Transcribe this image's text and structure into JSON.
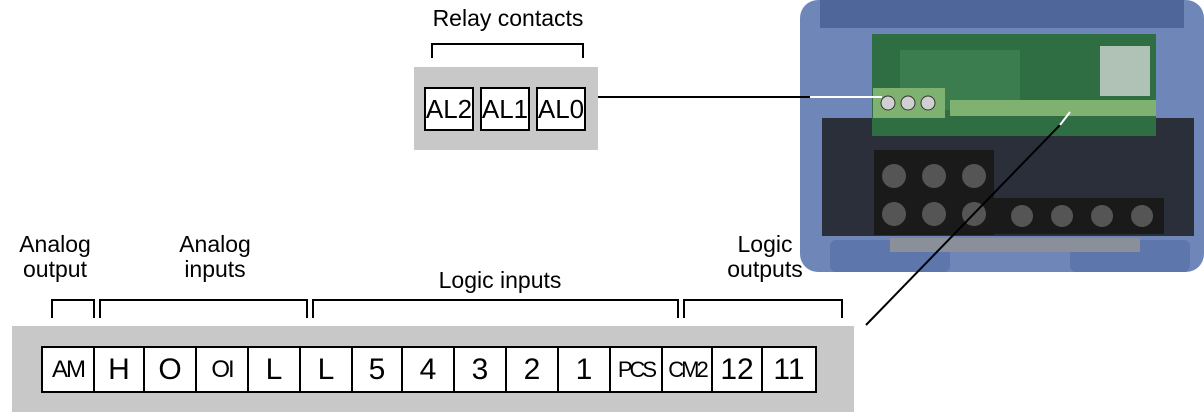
{
  "relay": {
    "title": "Relay contacts",
    "terminals": [
      "AL2",
      "AL1",
      "AL0"
    ]
  },
  "groups": {
    "analog_output": [
      "Analog",
      "output"
    ],
    "analog_inputs": [
      "Analog",
      "inputs"
    ],
    "logic_inputs": "Logic inputs",
    "logic_outputs": [
      "Logic",
      "outputs"
    ]
  },
  "terminals": [
    "AM",
    "H",
    "O",
    "OI",
    "L",
    "L",
    "5",
    "4",
    "3",
    "2",
    "1",
    "PCS",
    "CM2",
    "12",
    "11"
  ],
  "colors": {
    "panel_gray": "#c8c8c8",
    "drive_blue": "#6f86b8",
    "pcb_green": "#2f6e43",
    "terminal_green": "#7fb270",
    "heatsink_black": "#1a1a1a"
  }
}
